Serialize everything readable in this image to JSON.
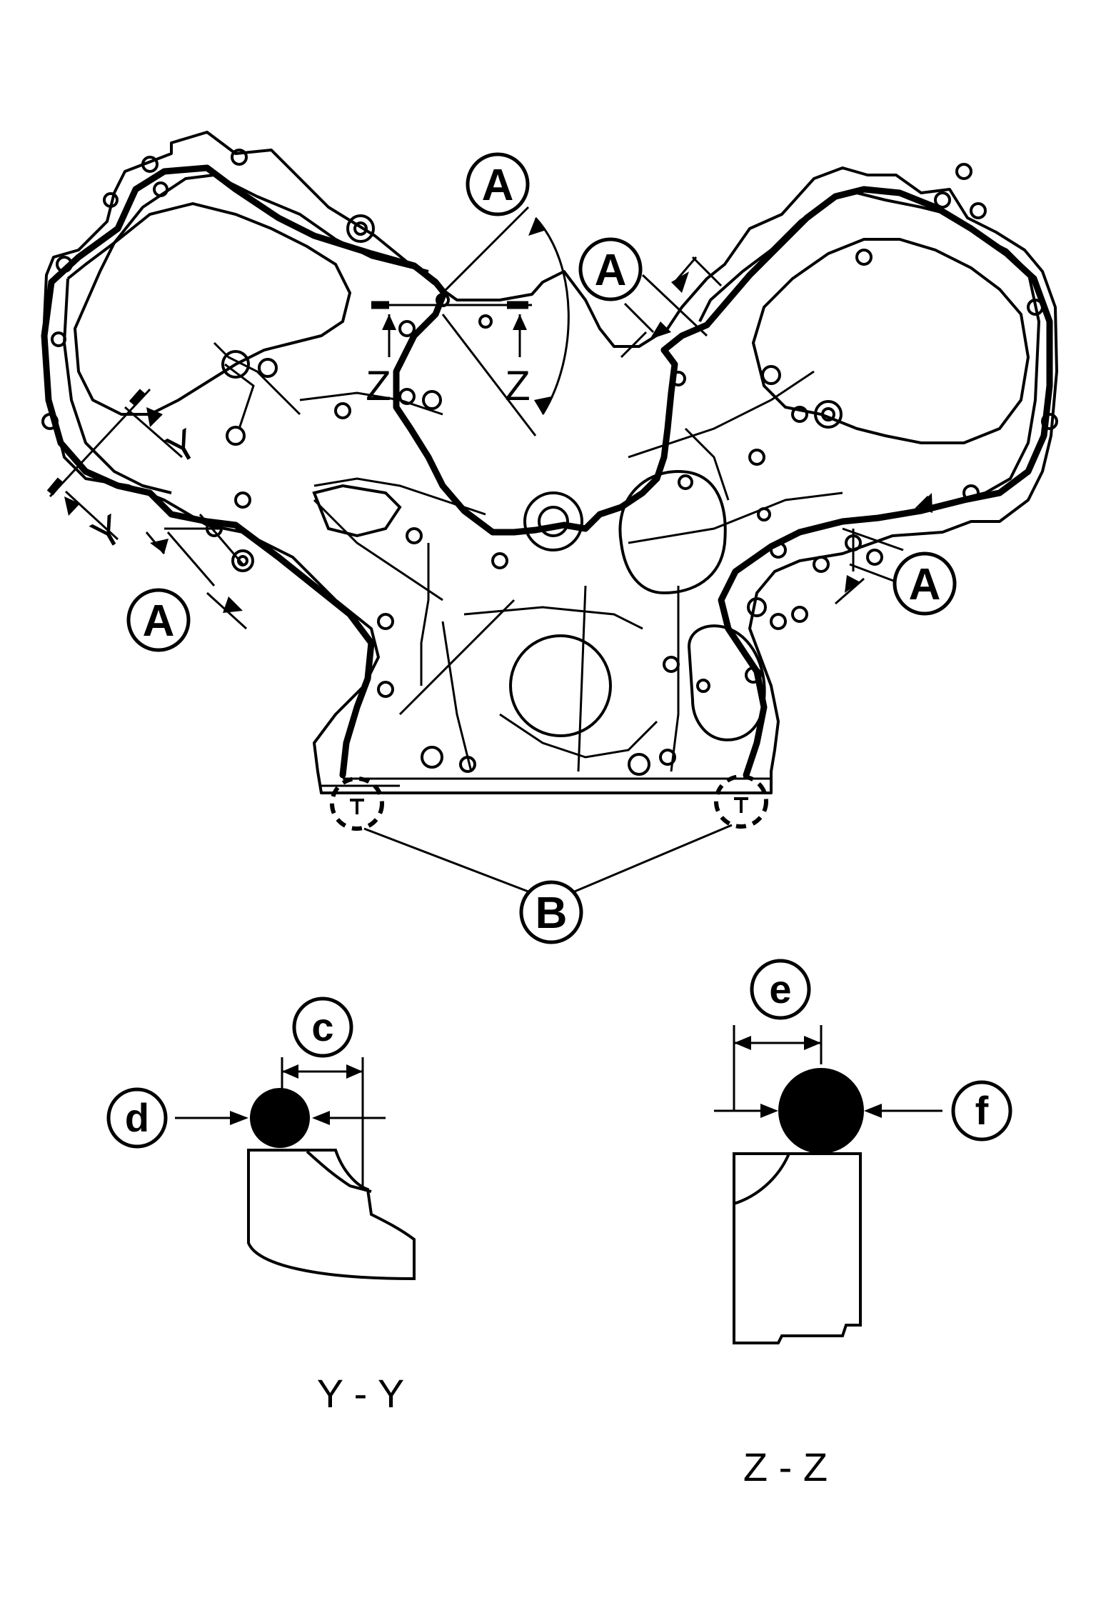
{
  "callouts": {
    "a": "A",
    "b": "B",
    "c": "c",
    "d": "d",
    "e": "e",
    "f": "f"
  },
  "section_marks": {
    "y": "Y",
    "z": "Z"
  },
  "section_titles": {
    "yy": "Y - Y",
    "zz": "Z - Z"
  },
  "colors": {
    "line": "#000000",
    "background": "#ffffff"
  }
}
